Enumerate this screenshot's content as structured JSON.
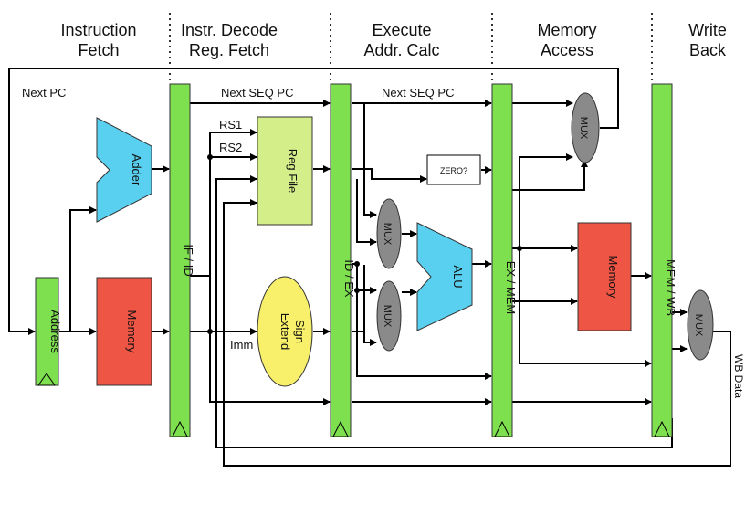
{
  "stages": [
    {
      "line1": "Instruction",
      "line2": "Fetch"
    },
    {
      "line1": "Instr. Decode",
      "line2": "Reg. Fetch"
    },
    {
      "line1": "Execute",
      "line2": "Addr. Calc"
    },
    {
      "line1": "Memory",
      "line2": "Access"
    },
    {
      "line1": "Write",
      "line2": "Back"
    }
  ],
  "pipeline_registers": {
    "if_id": "IF / ID",
    "id_ex": "ID / EX",
    "ex_mem": "EX / MEM",
    "mem_wb": "MEM / WB"
  },
  "blocks": {
    "address": "Address",
    "instr_memory": "Memory",
    "adder": "Adder",
    "reg_file": "Reg File",
    "sign_extend_1": "Sign",
    "sign_extend_2": "Extend",
    "zero_test": "ZERO?",
    "alu": "ALU",
    "data_memory": "Memory",
    "mux": "MUX"
  },
  "wire_labels": {
    "next_pc": "Next PC",
    "next_seq_pc_1": "Next SEQ PC",
    "next_seq_pc_2": "Next SEQ PC",
    "rs1": "RS1",
    "rs2": "RS2",
    "imm": "Imm",
    "wb_data": "WB Data"
  },
  "colors": {
    "pipeline_register": "#7ee04f",
    "memory": "#ee5544",
    "adder_alu": "#5ad0f0",
    "reg_file": "#d4ef8a",
    "sign_extend": "#f8ef6a",
    "mux": "#8a8a8a"
  }
}
